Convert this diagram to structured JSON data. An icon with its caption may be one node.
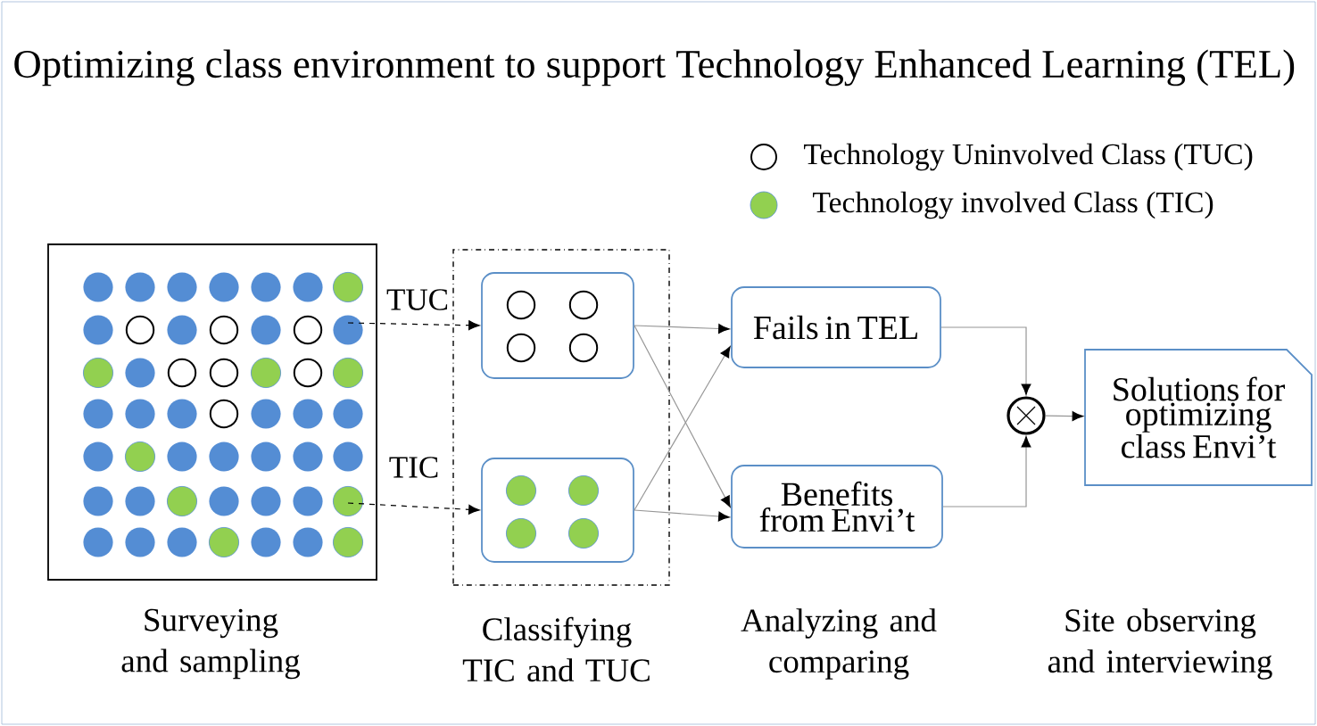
{
  "diagram": {
    "title": "Optimizing class environment to support Technology Enhanced Learning (TEL)",
    "nodes": [
      {
        "text": [],
        "shape": "box"
      },
      {
        "text": [],
        "shape": "box"
      },
      {
        "text": [],
        "shape": "box",
        "in": 1
      },
      {
        "text": [],
        "shape": "box",
        "in": 1
      },
      {
        "text": [
          "Fails in TEL"
        ]
      },
      {
        "text": [
          "Benefits from Envi’t"
        ]
      },
      {
        "text": [],
        "shape": "circle"
      },
      {
        "text": [
          "Solutions for optimizing class Envi’t"
        ]
      }
    ],
    "edges": [
      {
        "from": 0,
        "to": 2,
        "arrow": "to",
        "label": "TUC",
        "style": "dashed",
        "color": "#000000"
      },
      {
        "from": 0,
        "to": 3,
        "arrow": "to",
        "label": "TIC",
        "style": "dashed",
        "color": "#000000"
      },
      {
        "from": 2,
        "to": 4,
        "arrow": "to"
      },
      {
        "from": 2,
        "to": 5,
        "arrow": "to"
      },
      {
        "from": 3,
        "to": 4,
        "arrow": "to"
      },
      {
        "from": 3,
        "to": 5,
        "arrow": "to"
      },
      {
        "from": 4,
        "to": 6,
        "arrow": "to"
      },
      {
        "from": 5,
        "to": 6,
        "arrow": "to"
      },
      {
        "from": 6,
        "to": 7,
        "arrow": "to"
      }
    ],
    "labels": [
      "Surveying and sampling",
      "Classifying TIC and TUC",
      "Analyzing and comparing",
      "Site observing and interviewing"
    ],
    "legend": [
      {
        "text": "Technology Uninvolved Class (TUC)"
      },
      {
        "text": "Technology involved Class (TIC)",
        "color": "#92d050"
      }
    ]
  }
}
